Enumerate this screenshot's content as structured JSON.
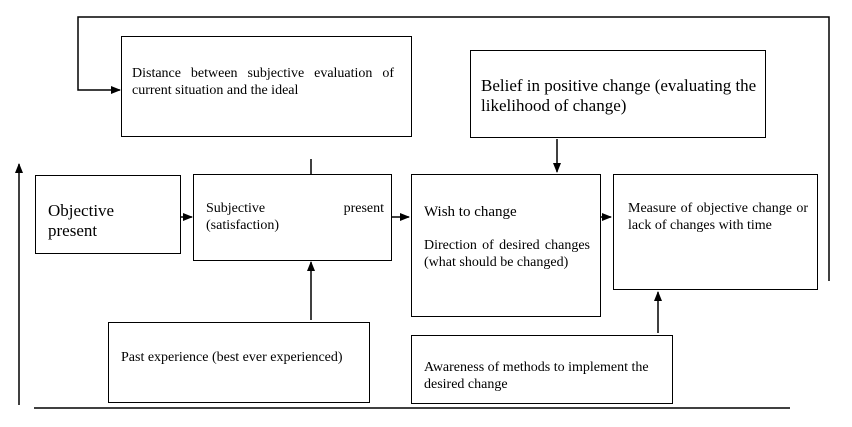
{
  "diagram": {
    "nodes": {
      "distance": {
        "label": "Distance between subjective evaluation of current situation and the ideal"
      },
      "belief": {
        "label": "Belief in positive change (evaluating the likelihood of change)"
      },
      "objective_present": {
        "label": "Objective present"
      },
      "subjective_present": {
        "label": "Subjective present (satisfaction)"
      },
      "wish": {
        "label": "Wish to change",
        "sublabel": "Direction of desired changes (what should be changed)"
      },
      "measure": {
        "label": "Measure of objective change or lack of changes with time"
      },
      "past": {
        "label": "Past experience (best ever experienced)"
      },
      "awareness": {
        "label": "Awareness of methods to implement the desired change"
      }
    },
    "edges": [
      {
        "from": "measure",
        "to": "distance"
      },
      {
        "from": "objective_present",
        "to": "subjective_present"
      },
      {
        "from": "subjective_present",
        "to": "wish"
      },
      {
        "from": "wish",
        "to": "measure"
      },
      {
        "from": "belief",
        "to": "wish"
      },
      {
        "from": "past",
        "to": "subjective_present"
      },
      {
        "from": "awareness",
        "to": "measure"
      },
      {
        "from": "subjective_present",
        "to": "distance"
      }
    ],
    "colors": {
      "line": "#000000",
      "background": "#ffffff"
    }
  }
}
